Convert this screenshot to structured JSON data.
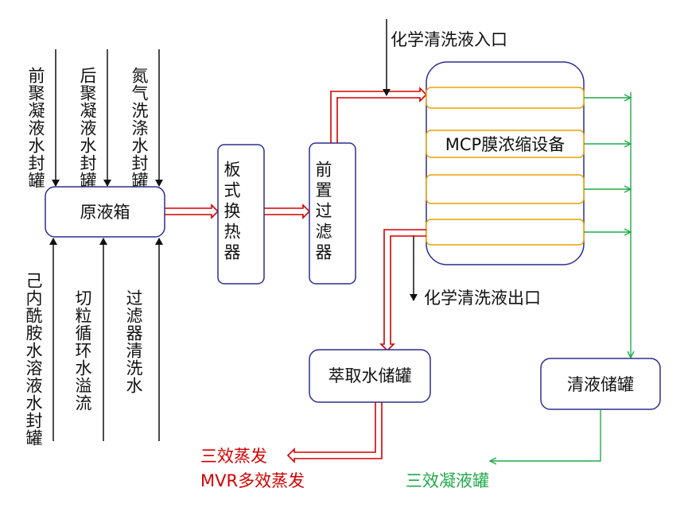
{
  "nodes": {
    "raw_tank": "原液箱",
    "plate_hx": "板式换热器",
    "prefilter": "前置过滤器",
    "mcp": "MCP膜浓缩设备",
    "extract_tank": "萃取水储罐",
    "clear_tank": "清液储罐"
  },
  "inputs_top": [
    "前聚凝液水封罐",
    "后聚凝液水封罐",
    "氮气洗涤水封罐"
  ],
  "inputs_bottom": [
    "己内酰胺水溶液水封罐",
    "切粒循环水溢流",
    "过滤器清洗水"
  ],
  "labels": {
    "chem_in": "化学清洗液入口",
    "chem_out": "化学清洗液出口",
    "out_triple": "三效蒸发",
    "out_mvr": "MVR多效蒸发",
    "out_condensate": "三效凝液罐"
  },
  "colors": {
    "box_border": "#2b2f8f",
    "membrane_border": "#e8a400",
    "red_flow": "#d40000",
    "green_flow": "#1faa4a",
    "black_flow": "#111111"
  }
}
